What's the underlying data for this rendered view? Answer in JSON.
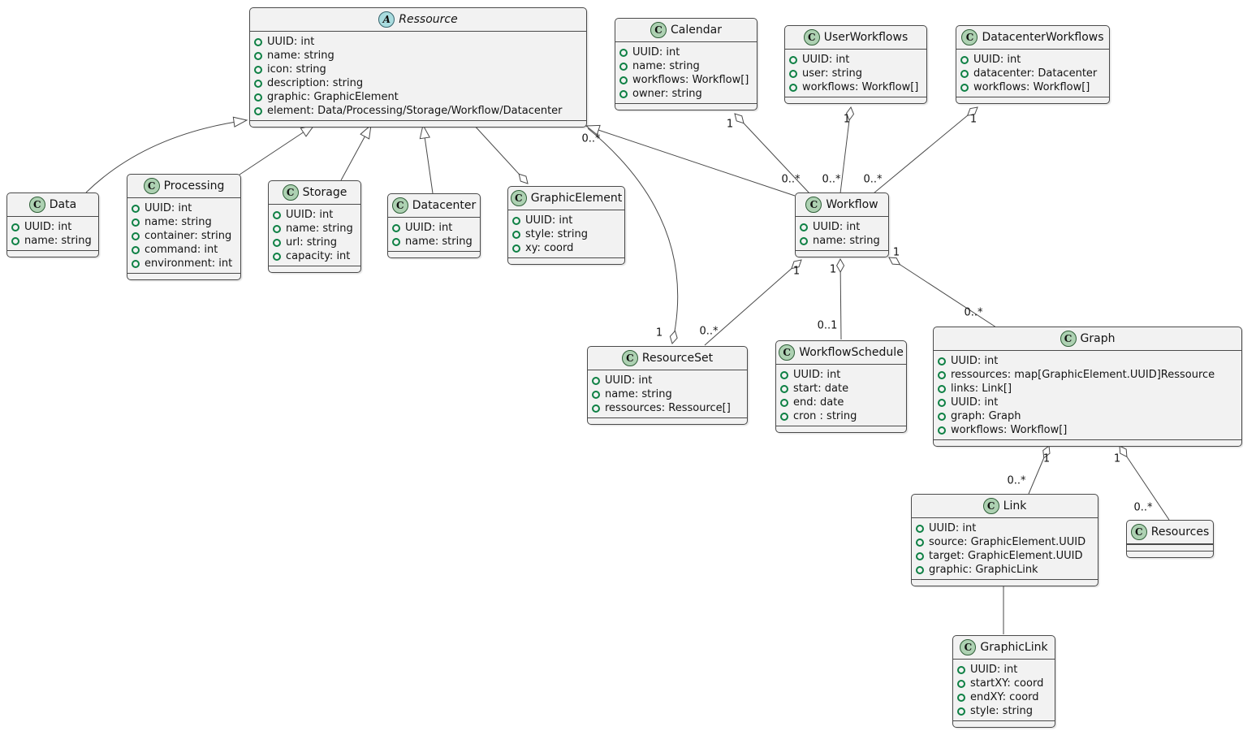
{
  "diagram": {
    "classes": {
      "ressource": {
        "stereotype": "A",
        "name": "Ressource",
        "attributes": [
          "UUID: int",
          "name: string",
          "icon: string",
          "description: string",
          "graphic: GraphicElement",
          "element: Data/Processing/Storage/Workflow/Datacenter"
        ]
      },
      "calendar": {
        "stereotype": "C",
        "name": "Calendar",
        "attributes": [
          "UUID: int",
          "name: string",
          "workflows: Workflow[]",
          "owner: string"
        ]
      },
      "user_workflows": {
        "stereotype": "C",
        "name": "UserWorkflows",
        "attributes": [
          "UUID: int",
          "user: string",
          "workflows: Workflow[]"
        ]
      },
      "datacenter_workflows": {
        "stereotype": "C",
        "name": "DatacenterWorkflows",
        "attributes": [
          "UUID: int",
          "datacenter: Datacenter",
          "workflows: Workflow[]"
        ]
      },
      "data": {
        "stereotype": "C",
        "name": "Data",
        "attributes": [
          "UUID: int",
          "name: string"
        ]
      },
      "processing": {
        "stereotype": "C",
        "name": "Processing",
        "attributes": [
          "UUID: int",
          "name: string",
          "container: string",
          "command: int",
          "environment: int"
        ]
      },
      "storage": {
        "stereotype": "C",
        "name": "Storage",
        "attributes": [
          "UUID: int",
          "name: string",
          "url: string",
          "capacity: int"
        ]
      },
      "datacenter": {
        "stereotype": "C",
        "name": "Datacenter",
        "attributes": [
          "UUID: int",
          "name: string"
        ]
      },
      "graphic_element": {
        "stereotype": "C",
        "name": "GraphicElement",
        "attributes": [
          "UUID: int",
          "style: string",
          "xy: coord"
        ]
      },
      "workflow": {
        "stereotype": "C",
        "name": "Workflow",
        "attributes": [
          "UUID: int",
          "name: string"
        ]
      },
      "resource_set": {
        "stereotype": "C",
        "name": "ResourceSet",
        "attributes": [
          "UUID: int",
          "name: string",
          "ressources: Ressource[]"
        ]
      },
      "workflow_schedule": {
        "stereotype": "C",
        "name": "WorkflowSchedule",
        "attributes": [
          "UUID: int",
          "start: date",
          "end: date",
          "cron : string"
        ]
      },
      "graph": {
        "stereotype": "C",
        "name": "Graph",
        "attributes": [
          "UUID: int",
          "ressources: map[GraphicElement.UUID]Ressource",
          "links: Link[]",
          "UUID: int",
          "graph: Graph",
          "workflows: Workflow[]"
        ]
      },
      "link": {
        "stereotype": "C",
        "name": "Link",
        "attributes": [
          "UUID: int",
          "source: GraphicElement.UUID",
          "target: GraphicElement.UUID",
          "graphic: GraphicLink"
        ]
      },
      "resources": {
        "stereotype": "C",
        "name": "Resources",
        "attributes": []
      },
      "graphic_link": {
        "stereotype": "C",
        "name": "GraphicLink",
        "attributes": [
          "UUID: int",
          "startXY: coord",
          "endXY: coord",
          "style: string"
        ]
      }
    },
    "edge_labels": {
      "calendar_one": "1",
      "calendar_workflow_many": "0..*",
      "userworkflows_one": "1",
      "userworkflows_workflow_many": "0..*",
      "datacenterworkflows_one": "1",
      "datacenterworkflows_workflow_many": "0..*",
      "resourceset_one": "1",
      "resourceset_ressource_many": "0..*",
      "workflow_resourceset_one": "1",
      "workflow_resourceset_many": "0..*",
      "workflow_schedule_one": "1",
      "workflow_schedule_optional": "0..1",
      "workflow_graph_one": "1",
      "workflow_graph_many": "0..*",
      "graph_link_one": "1",
      "graph_link_many": "0..*",
      "graph_resources_one": "1",
      "graph_resources_many": "0..*"
    },
    "relationships": [
      {
        "from": "Data",
        "to": "Ressource",
        "type": "extends"
      },
      {
        "from": "Processing",
        "to": "Ressource",
        "type": "extends"
      },
      {
        "from": "Storage",
        "to": "Ressource",
        "type": "extends"
      },
      {
        "from": "Datacenter",
        "to": "Ressource",
        "type": "extends"
      },
      {
        "from": "Workflow",
        "to": "Ressource",
        "type": "extends"
      },
      {
        "from": "Ressource",
        "to": "GraphicElement",
        "type": "aggregation",
        "diamond_at": "GraphicElement"
      },
      {
        "from": "ResourceSet",
        "to": "Ressource",
        "type": "aggregation",
        "from_label": "1",
        "to_label": "0..*"
      },
      {
        "from": "Calendar",
        "to": "Workflow",
        "type": "aggregation",
        "from_label": "1",
        "to_label": "0..*"
      },
      {
        "from": "UserWorkflows",
        "to": "Workflow",
        "type": "aggregation",
        "from_label": "1",
        "to_label": "0..*"
      },
      {
        "from": "DatacenterWorkflows",
        "to": "Workflow",
        "type": "aggregation",
        "from_label": "1",
        "to_label": "0..*"
      },
      {
        "from": "Workflow",
        "to": "ResourceSet",
        "type": "aggregation",
        "from_label": "1",
        "to_label": "0..*"
      },
      {
        "from": "Workflow",
        "to": "WorkflowSchedule",
        "type": "aggregation",
        "from_label": "1",
        "to_label": "0..1"
      },
      {
        "from": "Workflow",
        "to": "Graph",
        "type": "aggregation",
        "from_label": "1",
        "to_label": "0..*"
      },
      {
        "from": "Graph",
        "to": "Link",
        "type": "aggregation",
        "from_label": "1",
        "to_label": "0..*"
      },
      {
        "from": "Graph",
        "to": "Resources",
        "type": "aggregation",
        "from_label": "1",
        "to_label": "0..*"
      },
      {
        "from": "Link",
        "to": "GraphicLink",
        "type": "association"
      }
    ],
    "colors": {
      "class_fill": "#F2F2F2",
      "class_border": "#4A4A4A",
      "edge": "#4A4A4A",
      "class_icon_fill": "#ADD1B2",
      "abstract_icon_fill": "#A9DCDF",
      "field_dot": "#0E8044"
    }
  }
}
